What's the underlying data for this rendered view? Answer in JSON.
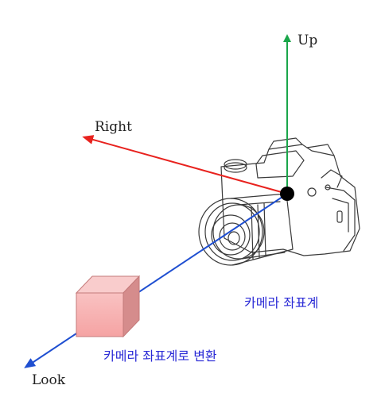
{
  "axes": {
    "up": {
      "label": "Up",
      "color": "#1aa64a"
    },
    "right": {
      "label": "Right",
      "color": "#e8221e"
    },
    "look": {
      "label": "Look",
      "color": "#1f4fd1"
    }
  },
  "origin": {
    "color": "#000000"
  },
  "labels": {
    "camera_space": "카메라 좌표계",
    "transform_to_camera_space": "카메라 좌표계로 변환",
    "color": "#2a2ad6"
  },
  "cube": {
    "front_color": "#f7b2b2",
    "top_color": "#f9cccc",
    "side_color": "#d58c8c",
    "edge_color": "#c47a7a"
  },
  "camera": {
    "icon": "camera-icon"
  }
}
